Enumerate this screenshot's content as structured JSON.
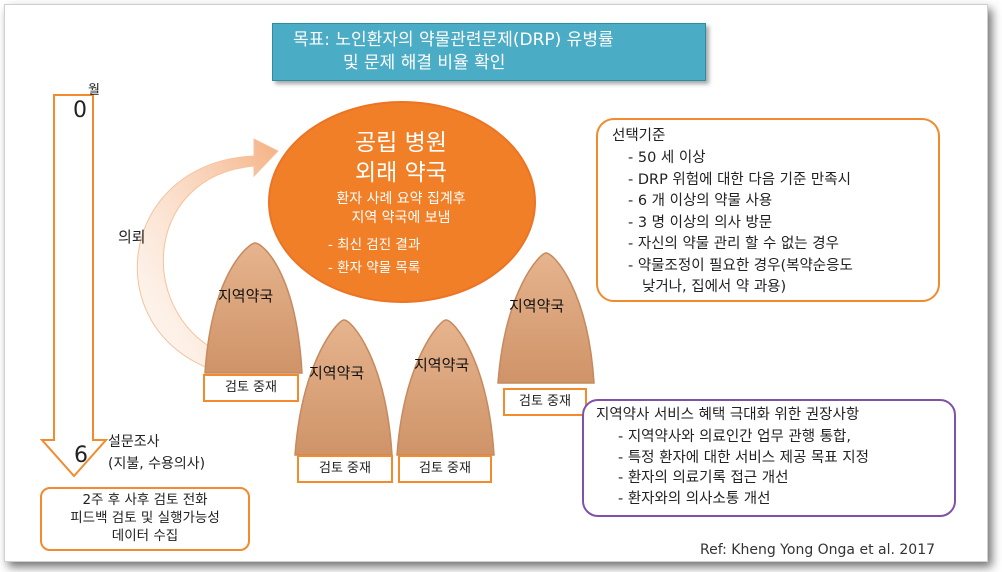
{
  "title": {
    "line1": "목표: 노인환자의 약물관련문제(DRP) 유병률",
    "line2": "및 문제 해결 비율 확인"
  },
  "timeline": {
    "unit_label": "월",
    "start": "0",
    "end": "6",
    "end_note_line1": "설문조사",
    "end_note_line2": "(지불, 수용의사)"
  },
  "referral_label": "의뢰",
  "hospital": {
    "title_line1": "공립 병원",
    "title_line2": "외래 약국",
    "sub_line1": "환자 사례 요약 집계후",
    "sub_line2": "지역 약국에 보냄",
    "bullets": [
      "- 최신 검진 결과",
      "- 환자 약물 목록"
    ]
  },
  "pharmacies": [
    {
      "label": "지역약국",
      "action": "검토 중재"
    },
    {
      "label": "지역약국",
      "action": "검토 중재"
    },
    {
      "label": "지역약국",
      "action": "검토 중재"
    },
    {
      "label": "지역약국",
      "action": "검토 중재"
    }
  ],
  "criteria": {
    "title": "선택기준",
    "items": [
      "- 50 세 이상",
      "- DRP 위험에 대한 다음 기준 만족시",
      "- 6 개 이상의 약물 사용",
      "- 3 명 이상의 의사 방문",
      "- 자신의 약물 관리 할 수 없는 경우",
      "- 약물조정이 필요한 경우(복약순응도",
      "낮거나, 집에서 약 과용)"
    ]
  },
  "recommendations": {
    "title": "지역약사 서비스 혜택 극대화 위한 권장사항",
    "items": [
      "- 지역약사와 의료인간 업무 관행 통합,",
      "- 특정 환자에 대한 서비스 제공 목표 지정",
      "- 환자의 의료기록 접근 개선",
      "- 환자와의 의사소통 개선"
    ]
  },
  "followup": {
    "line1": "2주 후 사후 검토 전화",
    "line2": "피드백 검토 및 실행가능성",
    "line3": "데이터 수집"
  },
  "reference": "Ref: Kheng Yong Onga et al. 2017",
  "colors": {
    "title_bg": "#4bacc6",
    "hospital_fill": "#f07f27",
    "pharmacy_fill": "#d9a37a",
    "accent_orange": "#f28a2e",
    "reco_border": "#7f52a8"
  }
}
